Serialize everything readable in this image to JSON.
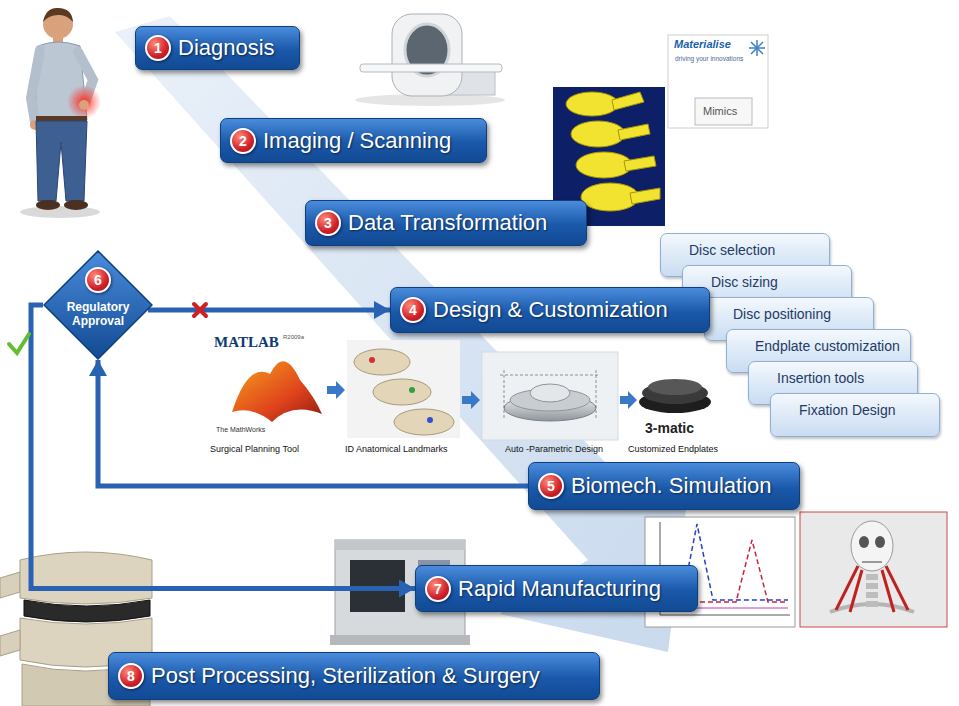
{
  "diagram": {
    "nodes": [
      {
        "text": [
          "Diagnosis"
        ]
      },
      {
        "text": [
          "1"
        ],
        "in": 0
      },
      {
        "text": [
          "Imaging / Scanning"
        ]
      },
      {
        "text": [
          "2"
        ],
        "in": 2
      },
      {
        "text": [
          "Data Transformation"
        ]
      },
      {
        "text": [
          "3"
        ],
        "in": 4
      },
      {
        "text": [
          "Regulatory Approval"
        ]
      },
      {
        "text": [
          "6"
        ],
        "in": 6
      },
      {
        "text": [
          "Design & Customization"
        ]
      },
      {
        "text": [
          "4"
        ],
        "in": 8
      },
      {
        "text": [
          "Disc selection"
        ]
      },
      {
        "text": [
          "Disc sizing"
        ]
      },
      {
        "text": [
          "Disc positioning"
        ]
      },
      {
        "text": [
          "Endplate customization"
        ]
      },
      {
        "text": [
          "Insertion tools"
        ]
      },
      {
        "text": [
          "Fixation Design"
        ]
      },
      {
        "text": [
          "Biomech. Simulation"
        ]
      },
      {
        "text": [
          "5"
        ],
        "in": 16
      },
      {
        "text": [
          "Rapid Manufacturing"
        ]
      },
      {
        "text": [
          "7"
        ],
        "in": 18
      },
      {
        "text": [
          "Post Processing, Sterilization & Surgery"
        ]
      },
      {
        "text": [
          "8"
        ],
        "in": 20
      }
    ],
    "edges": [
      {
        "from": 6,
        "to": 8,
        "arrow": "to"
      },
      {
        "from": 16,
        "to": 6,
        "arrow": "to"
      },
      {
        "from": 6,
        "to": 18,
        "arrow": "to"
      }
    ],
    "labels": [
      "Materialise",
      "driving your innovations",
      "Mimics",
      "MATLAB",
      "R2009a",
      "The MathWorks",
      "Surgical Planning Tool",
      "ID Anatomical Landmarks",
      "Auto -Parametric Design",
      "3-matic",
      "Customized Endplates"
    ]
  }
}
